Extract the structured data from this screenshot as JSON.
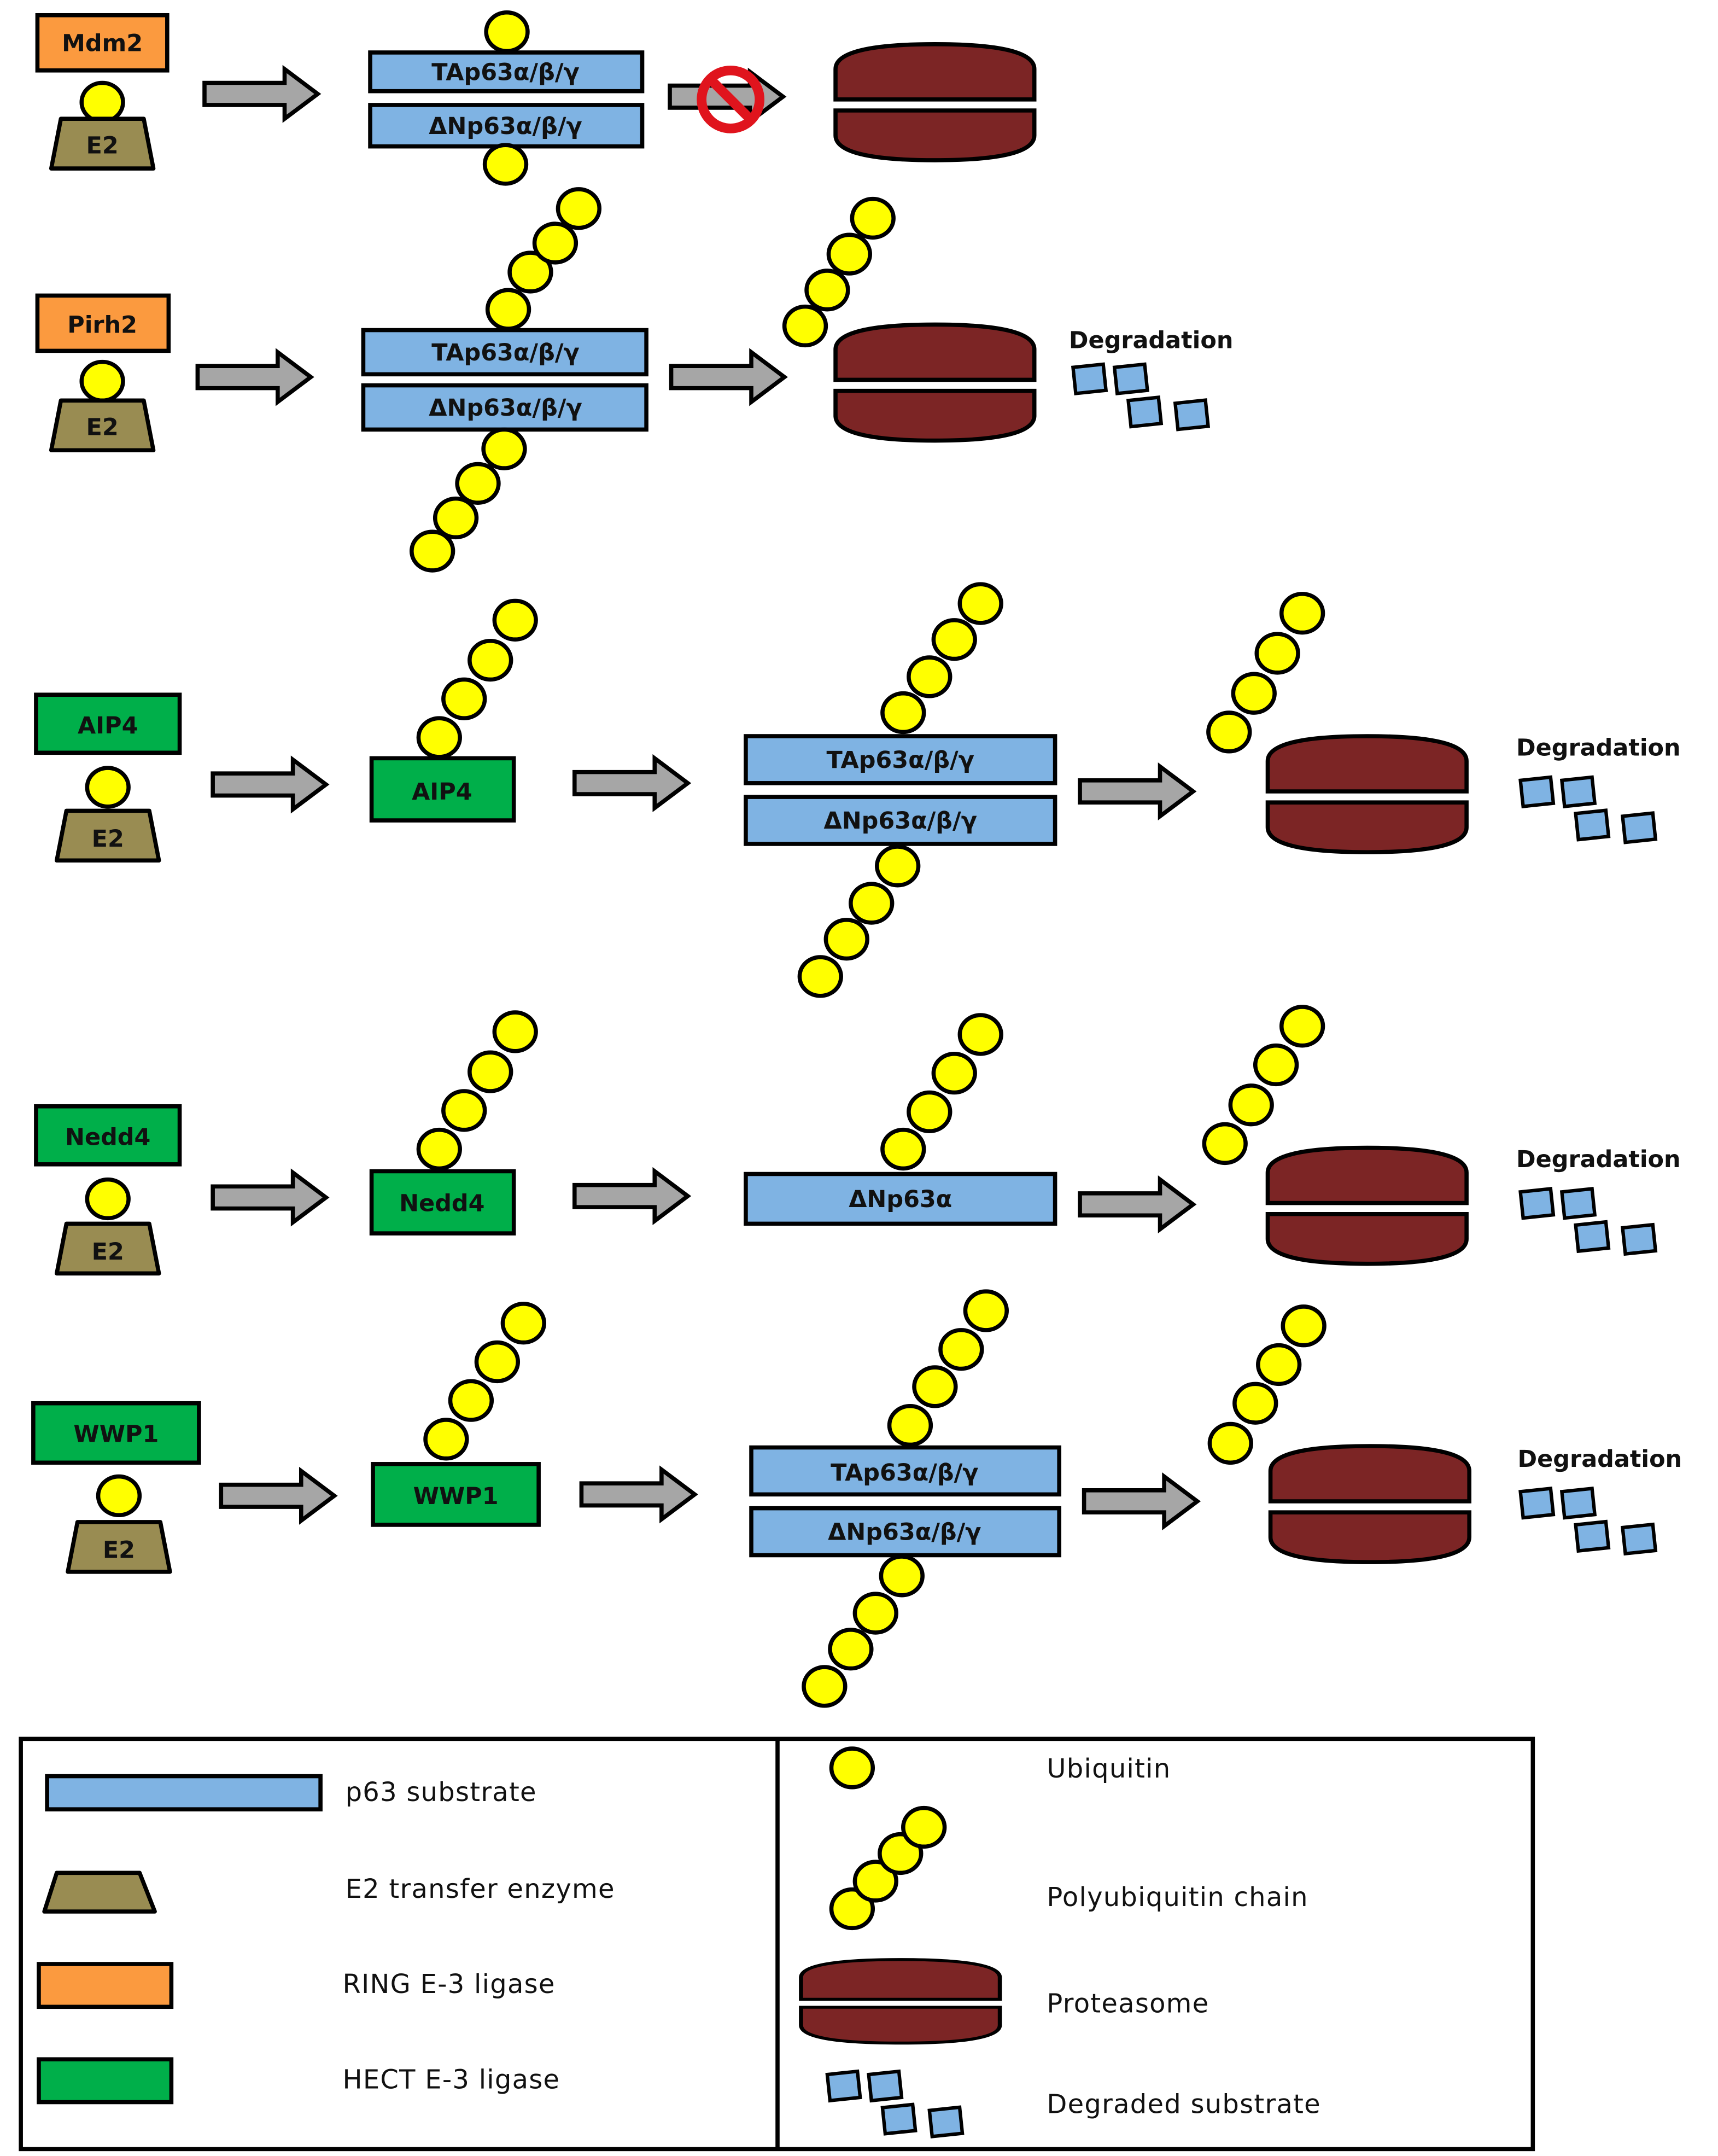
{
  "figure": {
    "colors": {
      "substrate": "#7fb3e3",
      "e2": "#998c52",
      "ring": "#fb9a3f",
      "hect": "#00af4a",
      "ubiquitin": "#ffff00",
      "proteasome": "#7c2525",
      "arrow": "#a6a6a6",
      "block_sign": "#e0141d"
    },
    "rows": [
      {
        "ligase": "Mdm2",
        "ligase_type": "RING",
        "e2": "E2",
        "substrates": [
          "TAp63α/β/γ",
          "ΔNp63α/β/γ"
        ],
        "ubiquitination": "mono",
        "degradation_blocked": true,
        "degradation_label": ""
      },
      {
        "ligase": "Pirh2",
        "ligase_type": "RING",
        "e2": "E2",
        "substrates": [
          "TAp63α/β/γ",
          "ΔNp63α/β/γ"
        ],
        "ubiquitination": "poly",
        "degradation_blocked": false,
        "degradation_label": "Degradation"
      },
      {
        "ligase": "AIP4",
        "ligase_type": "HECT",
        "e2": "E2",
        "intermediate": "AIP4",
        "substrates": [
          "TAp63α/β/γ",
          "ΔNp63α/β/γ"
        ],
        "ubiquitination": "poly",
        "degradation_blocked": false,
        "degradation_label": "Degradation"
      },
      {
        "ligase": "Nedd4",
        "ligase_type": "HECT",
        "e2": "E2",
        "intermediate": "Nedd4",
        "substrates": [
          "ΔNp63α"
        ],
        "ubiquitination": "poly",
        "degradation_blocked": false,
        "degradation_label": "Degradation"
      },
      {
        "ligase": "WWP1",
        "ligase_type": "HECT",
        "e2": "E2",
        "intermediate": "WWP1",
        "substrates": [
          "TAp63α/β/γ",
          "ΔNp63α/β/γ"
        ],
        "ubiquitination": "poly",
        "degradation_blocked": false,
        "degradation_label": "Degradation"
      }
    ],
    "legend": {
      "left": [
        {
          "symbol": "p63-substrate",
          "label": "p63 substrate"
        },
        {
          "symbol": "e2",
          "label": "E2 transfer enzyme"
        },
        {
          "symbol": "ring",
          "label": "RING E-3 ligase"
        },
        {
          "symbol": "hect",
          "label": "HECT E-3 ligase"
        }
      ],
      "right": [
        {
          "symbol": "ubiquitin",
          "label": "Ubiquitin"
        },
        {
          "symbol": "polyubiquitin",
          "label": "Polyubiquitin chain"
        },
        {
          "symbol": "proteasome",
          "label": "Proteasome"
        },
        {
          "symbol": "degraded",
          "label": "Degraded substrate"
        }
      ]
    }
  }
}
